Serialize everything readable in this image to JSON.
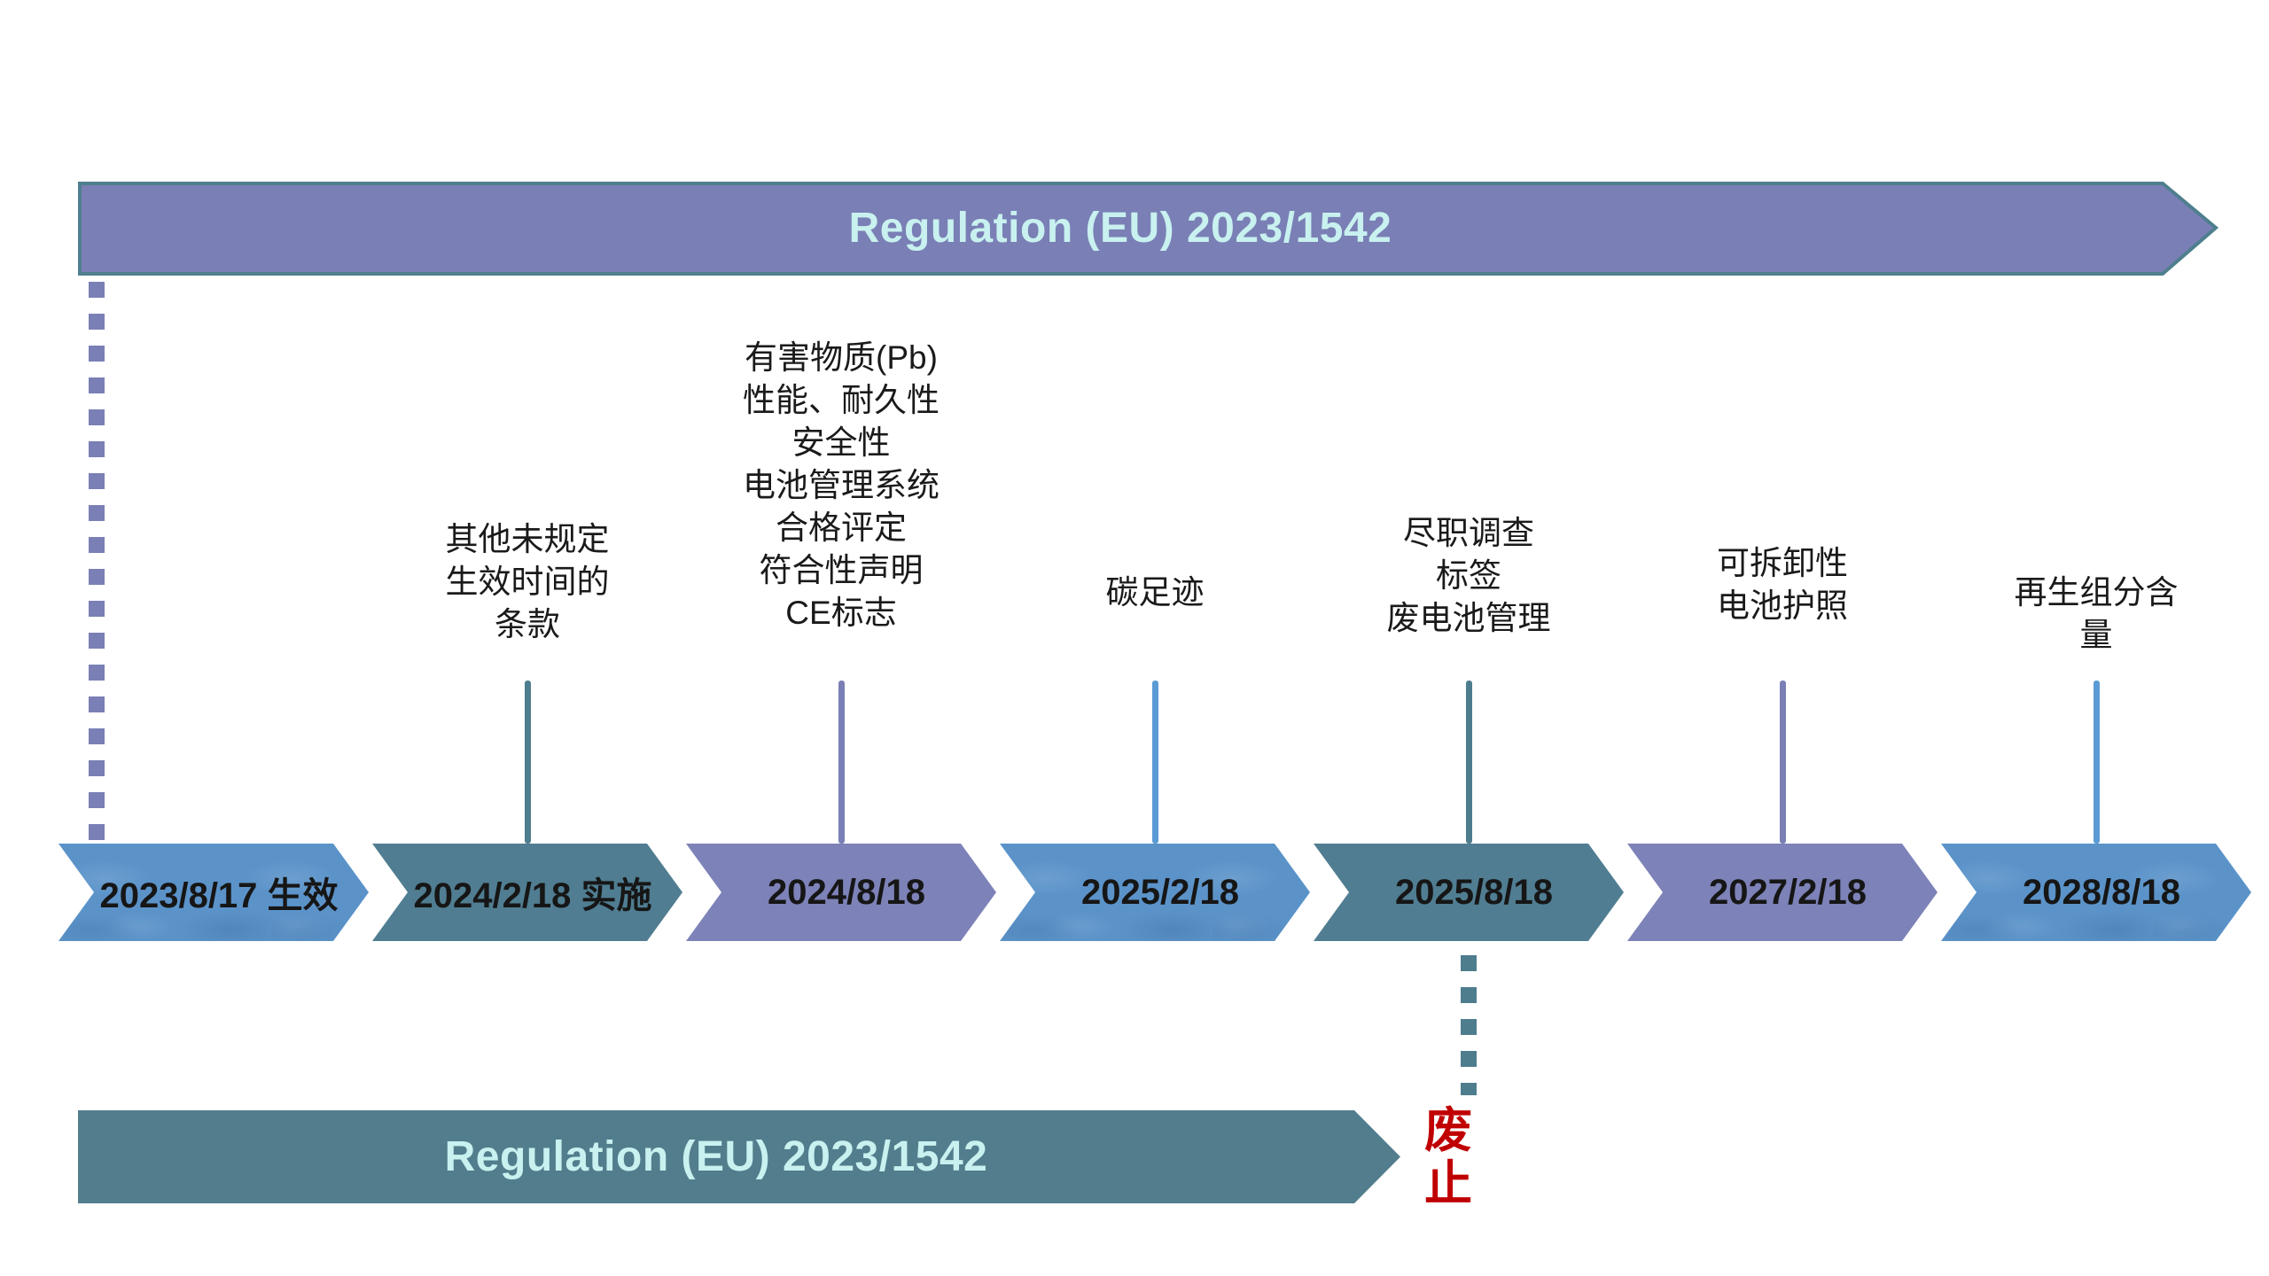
{
  "top_banner": {
    "title": "Regulation (EU) 2023/1542"
  },
  "bottom_banner": {
    "title": "Regulation (EU) 2023/1542"
  },
  "repeal_label": "废\n止",
  "milestones": [
    {
      "date": "2023/8/17 生效",
      "color": "blue",
      "label": ""
    },
    {
      "date": "2024/2/18 实施",
      "color": "teal",
      "label": "其他未规定\n生效时间的\n条款"
    },
    {
      "date": "2024/8/18",
      "color": "purple",
      "label": "有害物质(Pb)\n性能、耐久性\n安全性\n电池管理系统\n合格评定\n符合性声明\nCE标志"
    },
    {
      "date": "2025/2/18",
      "color": "blue",
      "label": "碳足迹"
    },
    {
      "date": "2025/8/18",
      "color": "teal",
      "label": "尽职调查\n标签\n废电池管理"
    },
    {
      "date": "2027/2/18",
      "color": "purple",
      "label": "可拆卸性\n电池护照"
    },
    {
      "date": "2028/8/18",
      "color": "blue",
      "label": "再生组分含量"
    }
  ],
  "colors": {
    "purple": "#7a7fb5",
    "purple_chevron": "#7d82b8",
    "teal_border": "#4e7f8e",
    "teal_chevron": "#507d91",
    "teal_banner": "#527d8d",
    "blue_chevron": "#5b93c9",
    "blue_line": "#5b9bd5",
    "banner_text": "#c8f1ef",
    "label_text": "#1a1a1a",
    "repeal_red": "#c00000"
  }
}
